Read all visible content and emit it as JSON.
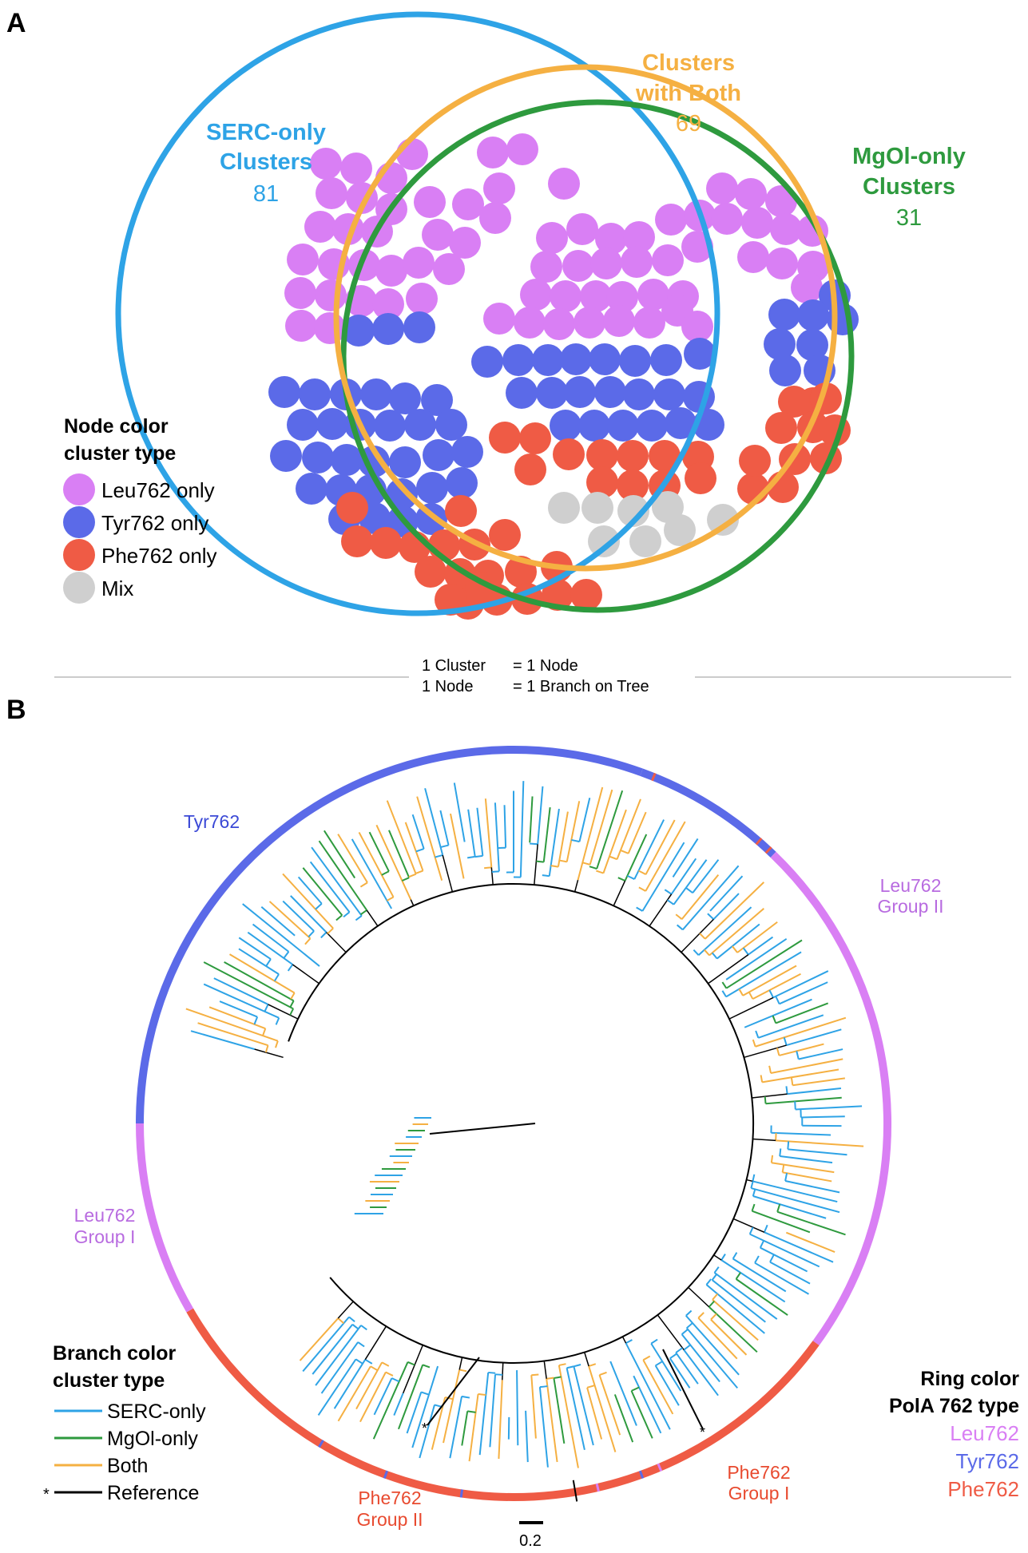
{
  "panel_a": {
    "letter": "A",
    "serc": {
      "title_1": "SERC-only",
      "title_2": "Clusters",
      "count": "81"
    },
    "both": {
      "title_1": "Clusters",
      "title_2": "with Both",
      "count": "69"
    },
    "mgol": {
      "title_1": "MgOl-only",
      "title_2": "Clusters",
      "count": "31"
    },
    "legend": {
      "title_1": "Node color",
      "title_2": "cluster type",
      "items": [
        {
          "label": "Leu762 only",
          "color": "#d97ff4"
        },
        {
          "label": "Tyr762 only",
          "color": "#5b6ae8"
        },
        {
          "label": "Phe762 only",
          "color": "#ef5b45"
        },
        {
          "label": "Mix",
          "color": "#cfcfcf"
        }
      ]
    },
    "colors": {
      "serc": "#2ea3e6",
      "both": "#f5b042",
      "mgol": "#2e9a3e"
    }
  },
  "note": {
    "line1_left": "1 Cluster",
    "line1_right": "= 1 Node",
    "line2_left": "1 Node",
    "line2_right": "= 1 Branch on Tree"
  },
  "panel_b": {
    "letter": "B",
    "ring_labels": {
      "tyr": "Tyr762",
      "leu2_1": "Leu762",
      "leu2_2": "Group II",
      "leu1_1": "Leu762",
      "leu1_2": "Group I",
      "phe2_1": "Phe762",
      "phe2_2": "Group II",
      "phe1_1": "Phe762",
      "phe1_2": "Group I"
    },
    "branch_legend": {
      "title_1": "Branch color",
      "title_2": "cluster type",
      "items": [
        {
          "label": "SERC-only",
          "color": "#2ea3e6",
          "marker": ""
        },
        {
          "label": "MgOl-only",
          "color": "#2e9a3e",
          "marker": ""
        },
        {
          "label": "Both",
          "color": "#f5b042",
          "marker": ""
        },
        {
          "label": "Reference",
          "color": "#000000",
          "marker": "*"
        }
      ]
    },
    "ring_legend": {
      "title_1": "Ring color",
      "title_2": "PolA 762 type",
      "items": [
        {
          "label": "Leu762",
          "color": "#d97ff4"
        },
        {
          "label": "Tyr762",
          "color": "#5b6ae8"
        },
        {
          "label": "Phe762",
          "color": "#ef5b45"
        }
      ]
    },
    "scale_label": "0.2",
    "reference_marker": "*"
  }
}
